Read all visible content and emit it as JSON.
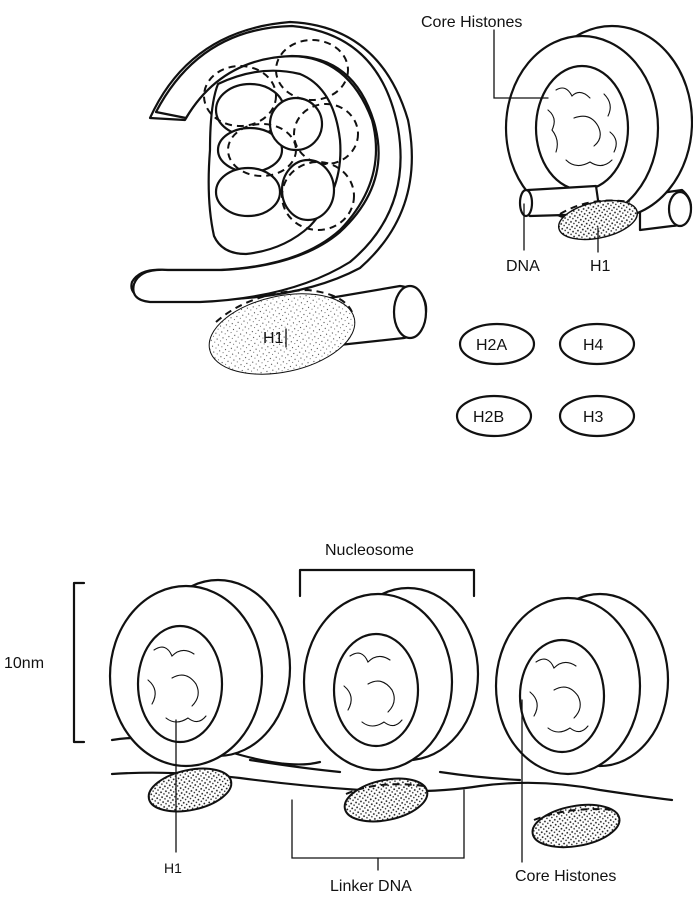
{
  "labels": {
    "core_histones_top": "Core Histones",
    "dna": "DNA",
    "h1_small": "H1",
    "h1_large": "H1",
    "h2a": "H2A",
    "h4": "H4",
    "h2b": "H2B",
    "h3": "H3",
    "nucleosome": "Nucleosome",
    "scale": "10nm",
    "h1_bottom": "H1",
    "linker_dna": "Linker DNA",
    "core_histones_bottom": "Core Histones"
  },
  "colors": {
    "ink": "#111111",
    "stipple": "#8a8a8a",
    "background": "#ffffff"
  }
}
